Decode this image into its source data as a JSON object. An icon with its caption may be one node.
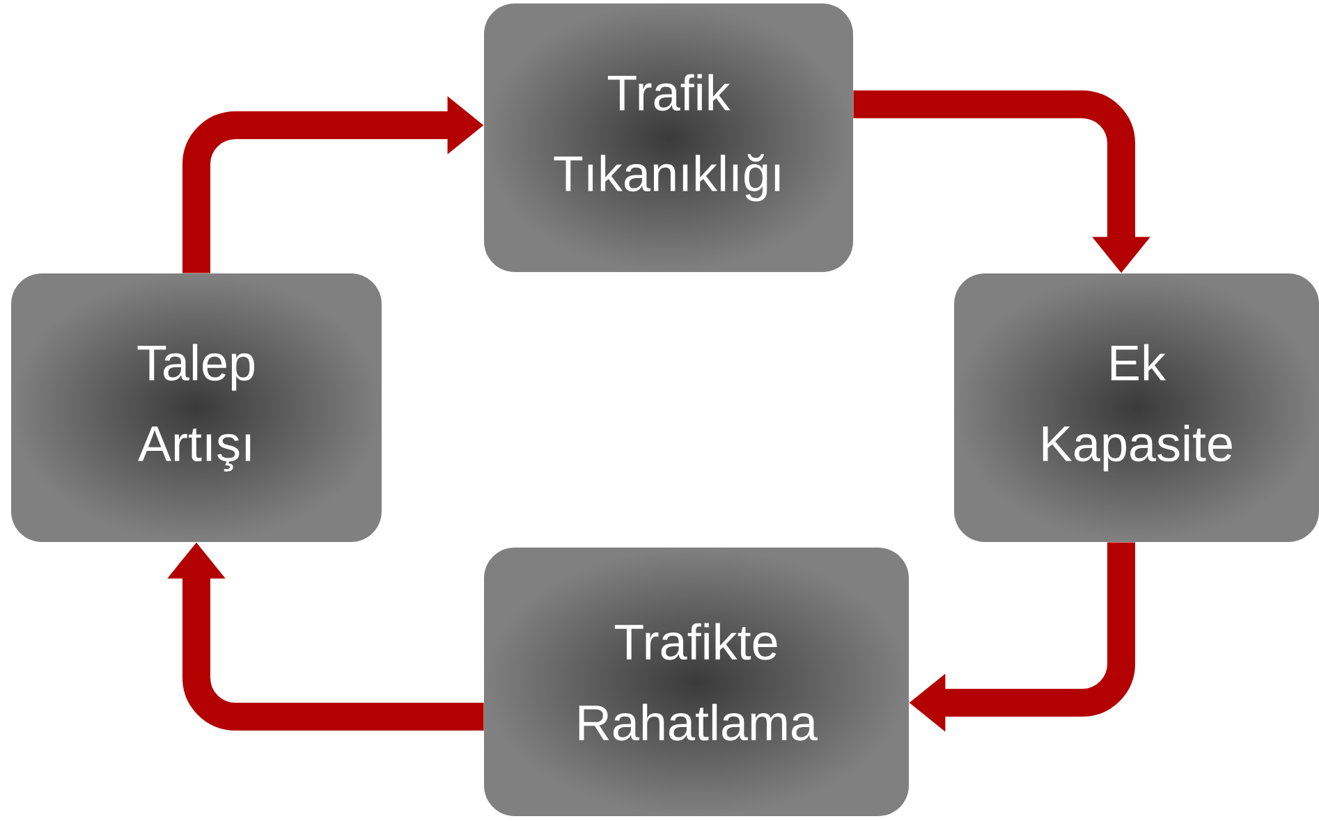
{
  "diagram": {
    "nodes": [
      {
        "text": [
          "Trafik Tıkanıklığı"
        ]
      },
      {
        "text": [
          "Ek Kapasite"
        ]
      },
      {
        "text": [
          "Trafikte Rahatlama"
        ]
      },
      {
        "text": [
          "Talep Artışı"
        ]
      }
    ],
    "edges": [
      {
        "from": 0,
        "to": 1,
        "arrow": "to"
      },
      {
        "from": 1,
        "to": 2,
        "arrow": "to"
      },
      {
        "from": 2,
        "to": 3,
        "arrow": "to"
      },
      {
        "from": 3,
        "to": 0,
        "arrow": "to"
      }
    ]
  }
}
